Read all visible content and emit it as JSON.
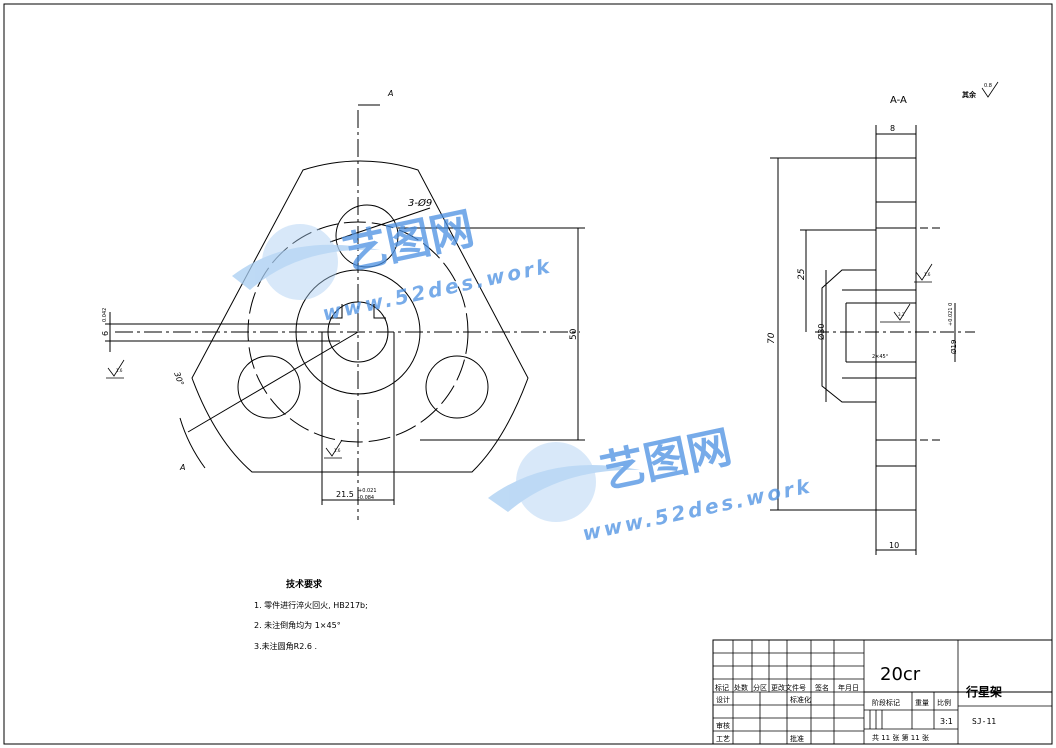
{
  "section_view": {
    "title": "A-A",
    "roughness": "0.8",
    "roughness_note": "其余",
    "dims": {
      "total_height": "70",
      "width_top": "8",
      "width_bottom": "10",
      "hub_height": "25",
      "hub_dia": "Ø30",
      "bore_dia": "Ø19",
      "bore_tol": "+0.021 0",
      "chamfer": "2×45°",
      "rough_a": "1.6",
      "rough_b": "3.2"
    }
  },
  "front_view": {
    "section_label_top": "A",
    "section_label_bottom": "A",
    "holes_label": "3-Ø9",
    "dim_50": "50",
    "dim_key_width": "21.5",
    "dim_key_tol_up": "+0.021",
    "dim_key_tol_low": "-0.084",
    "dim_offset": "6",
    "dim_offset_tol": "0.042",
    "angle": "30°",
    "rough_a": "1.6",
    "rough_b": "1.6"
  },
  "requirements": {
    "title": "技术要求",
    "items": [
      "1. 零件进行淬火回火, HB217b;",
      "2. 未注倒角均为  1×45°",
      "3.未注圆角R2.6 ."
    ]
  },
  "title_block": {
    "material": "20cr",
    "part_name": "行星架",
    "drawing_no": "SJ-11",
    "scale_label": "比例",
    "scale_value": "3:1",
    "weight_label": "重量",
    "stage_label": "阶段标记",
    "headers": [
      "标记",
      "处数",
      "分区",
      "更改文件号",
      "签名",
      "年月日"
    ],
    "design_label": "设计",
    "standard_label": "标准化",
    "review_label": "审核",
    "process_label": "工艺",
    "approve_label": "批准",
    "sheets_text": "共 11 张 第 11 张"
  },
  "watermark": {
    "brand": "艺图网",
    "url": "www.52des.work"
  },
  "colors": {
    "line": "#000000",
    "watermark": "#4a90e2",
    "watermark_light": "#a8cdf2"
  }
}
